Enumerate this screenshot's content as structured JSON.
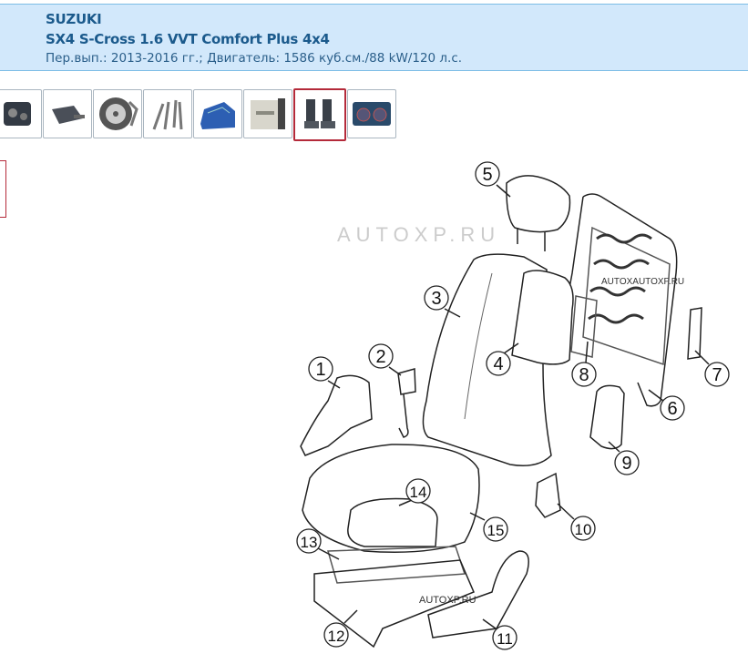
{
  "header": {
    "brand": "SUZUKI",
    "model": "SX4 S-Cross 1.6 VVT Comfort Plus 4x4",
    "details": "Пер.вып.: 2013-2016 гг.; Двигатель: 1586 куб.см./88 kW/120 л.с."
  },
  "categories": [
    {
      "name": "engine",
      "selected": false,
      "color": "#333a44"
    },
    {
      "name": "transmission",
      "selected": false,
      "color": "#4a4f58"
    },
    {
      "name": "wheels-brakes",
      "selected": false,
      "color": "#555"
    },
    {
      "name": "exhaust",
      "selected": false,
      "color": "#777"
    },
    {
      "name": "body",
      "selected": false,
      "color": "#2d5fb3"
    },
    {
      "name": "interior-door",
      "selected": false,
      "color": "#8a8a80"
    },
    {
      "name": "seats",
      "selected": true,
      "color": "#3a4048"
    },
    {
      "name": "instruments",
      "selected": false,
      "color": "#2a4a6a"
    }
  ],
  "diagram": {
    "watermark_1": "AUTOXAUTOXP.RU",
    "watermark_2": "AUTOXP.RU",
    "callouts": [
      "1",
      "2",
      "3",
      "4",
      "5",
      "6",
      "7",
      "8",
      "9",
      "10",
      "11",
      "12",
      "13",
      "14",
      "15"
    ]
  },
  "colors": {
    "accent": "#1b5a8c",
    "selected": "#b42a3a",
    "header_bg": "#d2e8fb"
  }
}
